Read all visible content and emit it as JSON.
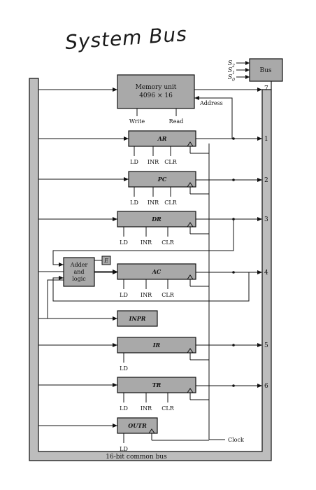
{
  "header": {
    "title": "System Bus"
  },
  "bus": {
    "box_label": "Bus",
    "selects": [
      "S",
      "S",
      "S"
    ],
    "select_subs": [
      "2",
      "1",
      "0"
    ],
    "footer_label": "16-bit common bus"
  },
  "memory": {
    "line1": "Memory unit",
    "line2": "4096 × 16",
    "write_label": "Write",
    "read_label": "Read",
    "address_label": "Address"
  },
  "registers": [
    {
      "name": "AR",
      "number": "1",
      "controls": [
        "LD",
        "INR",
        "CLR"
      ]
    },
    {
      "name": "PC",
      "number": "2",
      "controls": [
        "LD",
        "INR",
        "CLR"
      ]
    },
    {
      "name": "DR",
      "number": "3",
      "controls": [
        "LD",
        "INR",
        "CLR"
      ]
    },
    {
      "name": "AC",
      "number": "4",
      "controls": [
        "LD",
        "INR",
        "CLR"
      ]
    },
    {
      "name": "INPR",
      "number": "",
      "controls": []
    },
    {
      "name": "IR",
      "number": "5",
      "controls": [
        "LD"
      ]
    },
    {
      "name": "TR",
      "number": "6",
      "controls": [
        "LD",
        "INR",
        "CLR"
      ]
    },
    {
      "name": "OUTR",
      "number": "",
      "controls": [
        "LD"
      ]
    }
  ],
  "memory_number": "7",
  "alu": {
    "line1": "Adder",
    "line2": "and",
    "line3": "logic",
    "e_label": "E"
  },
  "clock_label": "Clock",
  "colors": {
    "box_fill": "#a9a9a9",
    "bus_fill": "#bdbdbd",
    "line": "#111111"
  }
}
